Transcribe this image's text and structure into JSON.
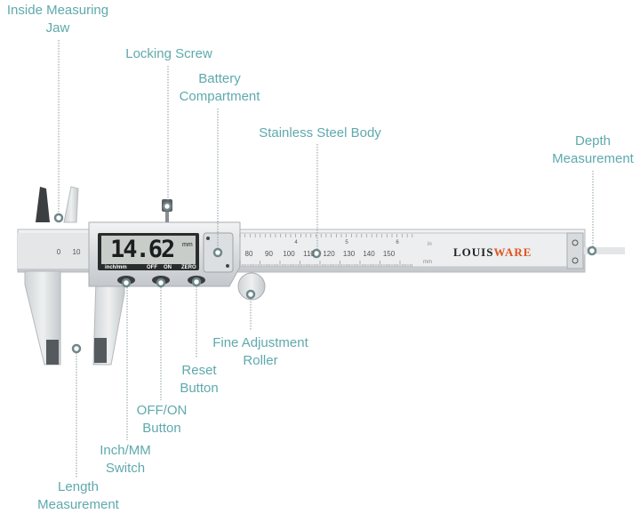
{
  "colors": {
    "label": "#5fa9ad",
    "leader": "#8a9a9c",
    "brand_dark": "#222222",
    "brand_accent": "#e0541e"
  },
  "labels": {
    "inside_jaw": [
      "Inside Measuring",
      "Jaw"
    ],
    "locking_screw": [
      "Locking Screw"
    ],
    "battery": [
      "Battery",
      "Compartment"
    ],
    "body": [
      "Stainless Steel Body"
    ],
    "depth": [
      "Depth",
      "Measurement"
    ],
    "roller": [
      "Fine Adjustment",
      "Roller"
    ],
    "reset": [
      "Reset",
      "Button"
    ],
    "offon": [
      "OFF/ON",
      "Button"
    ],
    "inchmm": [
      "Inch/MM",
      "Switch"
    ],
    "length": [
      "Length",
      "Measurement"
    ]
  },
  "device": {
    "reading": "14.62",
    "unit": "mm",
    "buttons": [
      "inch/mm",
      "OFF",
      "ON",
      "ZERO"
    ],
    "brand": {
      "part1": "LOUIS",
      "part2": "WARE"
    },
    "scale_mm_left": [
      "0",
      "10"
    ],
    "scale_mm": [
      "80",
      "90",
      "100",
      "110",
      "120",
      "130",
      "140",
      "150"
    ],
    "scale_in": [
      "4",
      "5",
      "6"
    ],
    "unit_in": "in",
    "unit_mm": "mm"
  }
}
